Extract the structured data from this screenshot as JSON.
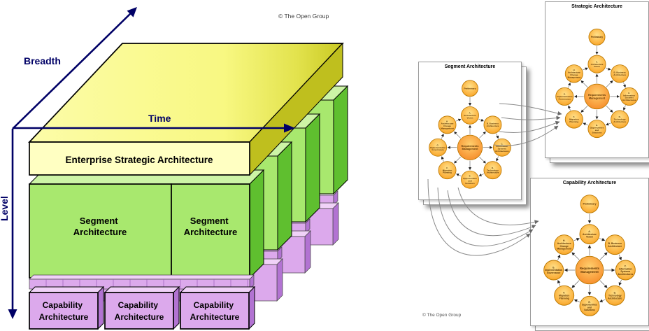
{
  "copyright_left": "© The Open Group",
  "copyright_right": "© The Open Group",
  "colors": {
    "navy": "#000066",
    "yellow_front": "#FFFFC2",
    "yellow_top": "#F8F882",
    "yellow_side": "#BFBF1E",
    "green_front": "#A8E86E",
    "green_top": "#CDF4A6",
    "green_side": "#5FBF2F",
    "purple_front": "#DCA9EC",
    "purple_top": "#F0D2F8",
    "purple_side": "#B273D2",
    "adm_outer": "#FBB03B",
    "adm_center": "#F58220",
    "link": "#8a8a8a"
  },
  "stack": {
    "axis_breadth": "Breadth",
    "axis_time": "Time",
    "axis_level": "Level",
    "enterprise": "Enterprise Strategic Architecture",
    "segment_line1": "Segment",
    "segment_line2": "Architecture",
    "capability_line1": "Capability",
    "capability_line2": "Architecture"
  },
  "cards": {
    "segment": {
      "title": "Segment Architecture"
    },
    "strategic": {
      "title": "Strategic Architecture"
    },
    "capability": {
      "title": "Capability Architecture"
    }
  },
  "adm": {
    "preliminary": "Preliminary",
    "center": "Requirements Management",
    "phases": [
      "A. Architecture Vision",
      "B. Business Architecture",
      "C. Information Systems Architectures",
      "D. Technology Architecture",
      "E. Opportunities and Solutions",
      "F. Migration Planning",
      "G. Implementation Governance",
      "H. Architecture Change Management"
    ]
  }
}
